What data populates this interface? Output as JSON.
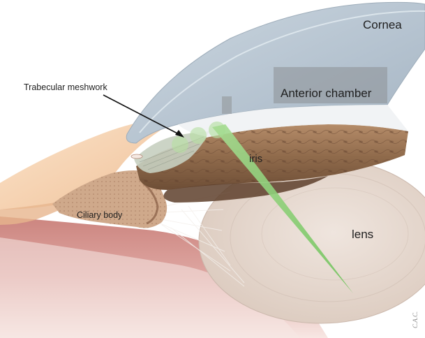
{
  "diagram": {
    "labels": {
      "cornea": "Cornea",
      "anterior_chamber": "Anterior chamber",
      "trabecular_meshwork": "Trabecular meshwork",
      "iris": "iris",
      "ciliary_body": "Ciliary body",
      "lens": "lens"
    },
    "signature": "C.A.C.",
    "colors": {
      "cornea": "#b9c7d3",
      "anterior_chamber_box": "#8f9499",
      "iris": "#a07a58",
      "ciliary_body": "#c9a487",
      "sclera": "#f1c9a2",
      "lens": "#e6dad2",
      "vitreous": "#d99591",
      "laser_beam": "#8fd07c"
    }
  }
}
